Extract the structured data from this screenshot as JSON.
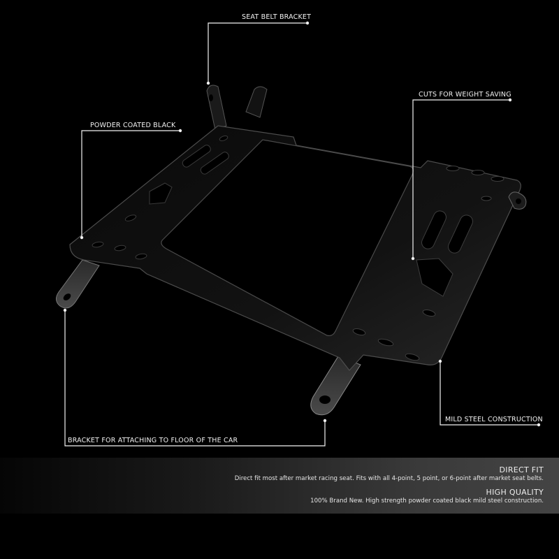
{
  "callouts": [
    {
      "id": "seat-belt-bracket",
      "label": "SEAT BELT BRACKET"
    },
    {
      "id": "powder-coated-black",
      "label": "POWDER COATED BLACK"
    },
    {
      "id": "cuts-for-weight-saving",
      "label": "CUTS FOR WEIGHT SAVING"
    },
    {
      "id": "mild-steel-construction",
      "label": "MILD STEEL CONSTRUCTION"
    },
    {
      "id": "floor-bracket",
      "label": "BRACKET FOR ATTACHING TO FLOOR OF THE CAR"
    }
  ],
  "features": [
    {
      "title": "DIRECT FIT",
      "text": "Direct fit most after market racing seat. Fits with all 4-point, 5 point, or 6-point after market seat belts."
    },
    {
      "title": "HIGH QUALITY",
      "text": "100% Brand New. High strength powder coated black mild steel construction."
    }
  ],
  "colors": {
    "background": "#000000",
    "callout_line": "#f2f2f2",
    "bracket_fill": "#0d0d0d",
    "bracket_edge": "#5a5a5a"
  }
}
